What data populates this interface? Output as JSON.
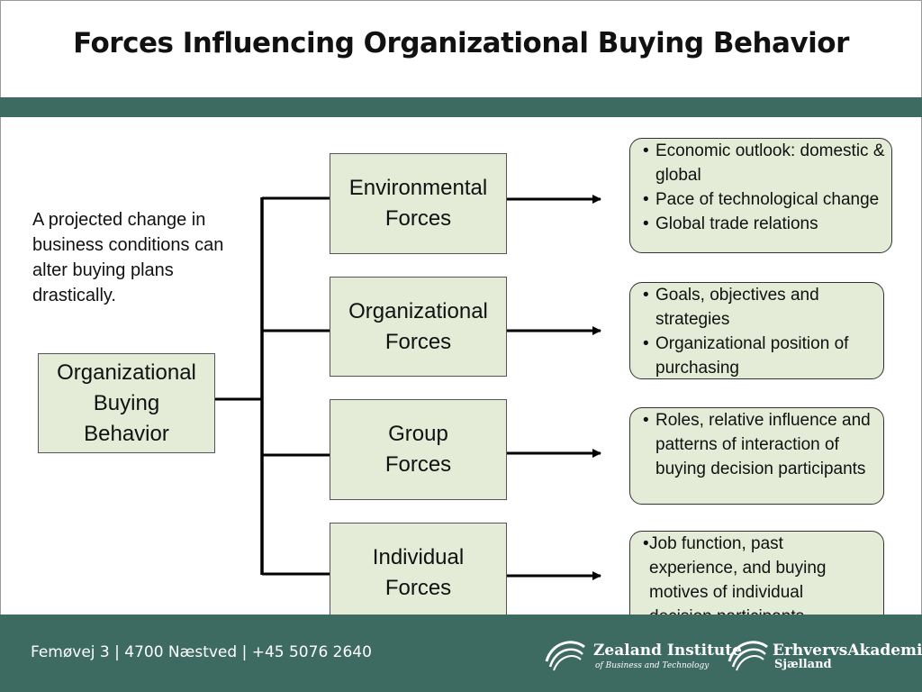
{
  "title": "Forces Influencing Organizational Buying Behavior",
  "note": "A projected change in business conditions can alter buying plans drastically.",
  "root": {
    "line1": "Organizational",
    "line2": "Buying",
    "line3": "Behavior"
  },
  "forces": [
    {
      "line1": "Environmental",
      "line2": "Forces",
      "details": [
        "Economic outlook: domestic & global",
        "Pace of technological change",
        "Global trade relations"
      ]
    },
    {
      "line1": "Organizational",
      "line2": "Forces",
      "details": [
        "Goals, objectives and strategies",
        "Organizational position of purchasing"
      ]
    },
    {
      "line1": "Group",
      "line2": "Forces",
      "details": [
        "Roles, relative influence and patterns of interaction of buying decision participants"
      ]
    },
    {
      "line1": "Individual",
      "line2": "Forces",
      "details": [
        "Job function, past experience, and buying motives of individual decision participants"
      ]
    }
  ],
  "footer": {
    "address": "Femøvej 3 | 4700 Næstved | +45 5076 2640",
    "logo1_name": "Zealand Institute",
    "logo1_sub": "of Business and Technology",
    "logo2_name": "ErhvervsAkademi",
    "logo2_sub": "Sjælland"
  },
  "colors": {
    "band": "#3d6b62",
    "box_fill": "#e4ecd7"
  }
}
